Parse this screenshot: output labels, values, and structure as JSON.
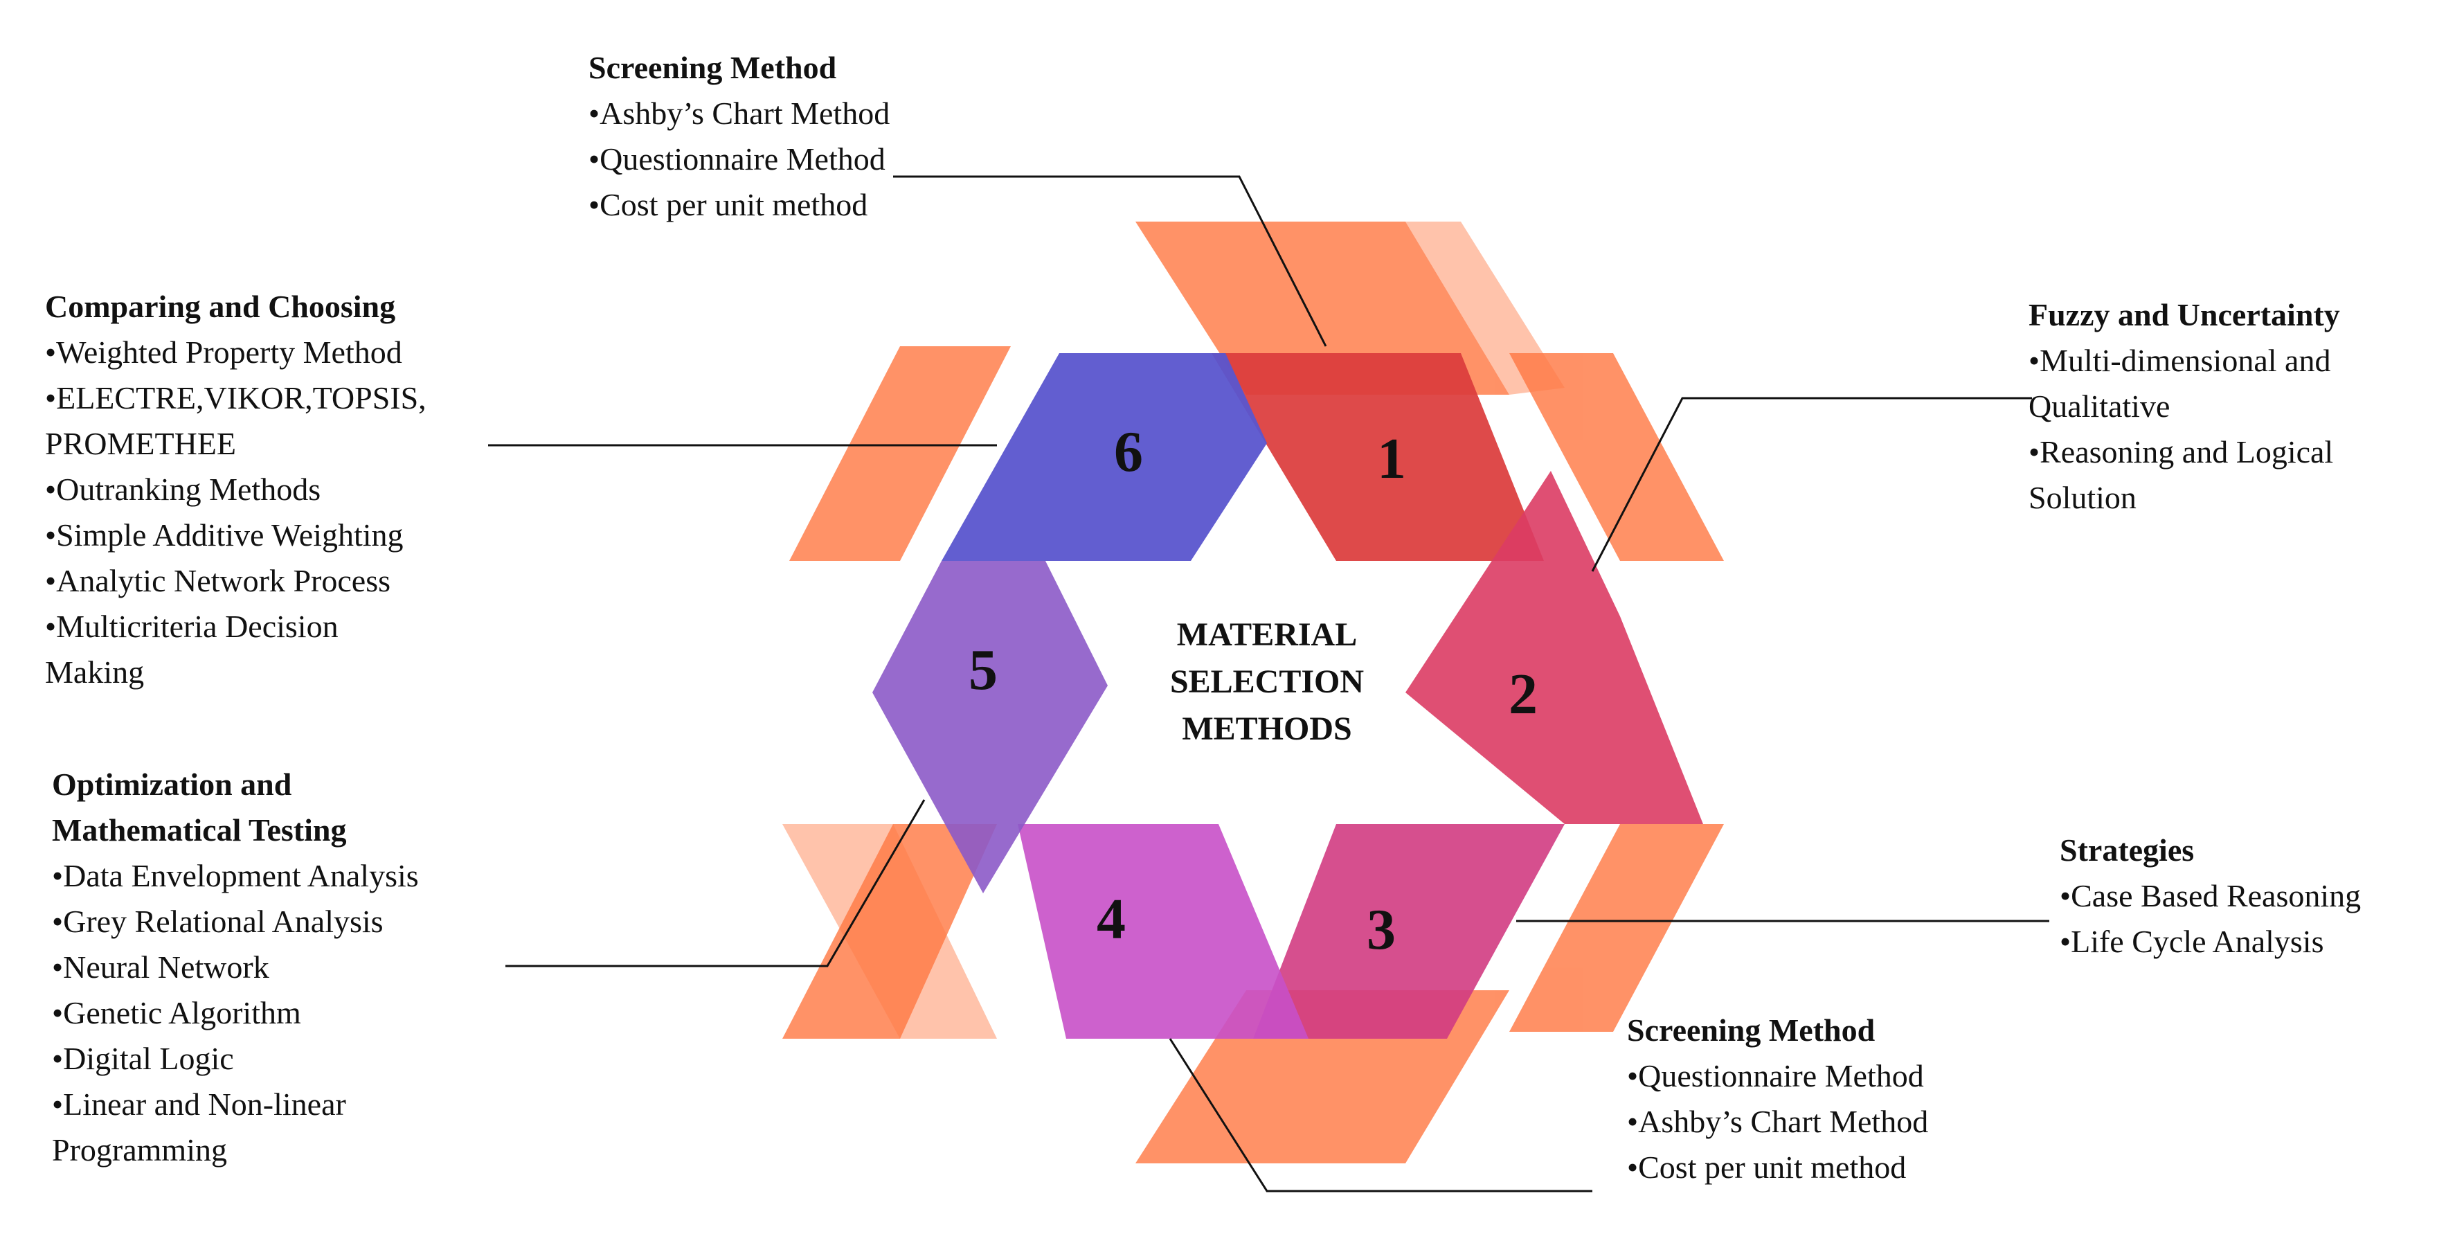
{
  "center": {
    "lines": [
      "MATERIAL",
      "SELECTION",
      "METHODS"
    ]
  },
  "segments": [
    {
      "number": "1",
      "color": "#dc3c3c"
    },
    {
      "number": "2",
      "color": "#dc3c64"
    },
    {
      "number": "3",
      "color": "#d23c82"
    },
    {
      "number": "4",
      "color": "#c850c8"
    },
    {
      "number": "5",
      "color": "#8c5ac8"
    },
    {
      "number": "6",
      "color": "#5a55cd"
    }
  ],
  "band_color": "#ff7a45",
  "blocks": {
    "screening_top": {
      "heading": "Screening Method",
      "items": [
        "•Ashby’s Chart Method",
        "•Questionnaire Method",
        "•Cost per unit method"
      ]
    },
    "fuzzy": {
      "heading": "Fuzzy and Uncertainty",
      "items": [
        "•Multi-dimensional and",
        "Qualitative",
        "•Reasoning and Logical",
        "Solution"
      ]
    },
    "strategies": {
      "heading": "Strategies",
      "items": [
        "•Case Based Reasoning",
        "•Life Cycle Analysis"
      ]
    },
    "screening_bottom": {
      "heading": "Screening Method",
      "items": [
        "•Questionnaire Method",
        "•Ashby’s Chart Method",
        "•Cost per unit method"
      ]
    },
    "optimization": {
      "heading": [
        "Optimization and",
        "Mathematical Testing"
      ],
      "items": [
        "•Data Envelopment Analysis",
        "•Grey Relational Analysis",
        "•Neural Network",
        "•Genetic Algorithm",
        "•Digital Logic",
        "•Linear and Non-linear",
        "Programming"
      ]
    },
    "comparing": {
      "heading": "Comparing and Choosing",
      "items": [
        "•Weighted Property Method",
        "•ELECTRE,VIKOR,TOPSIS,",
        "PROMETHEE",
        "•Outranking Methods",
        "•Simple Additive Weighting",
        "•Analytic Network Process",
        "•Multicriteria Decision",
        "Making"
      ]
    }
  }
}
